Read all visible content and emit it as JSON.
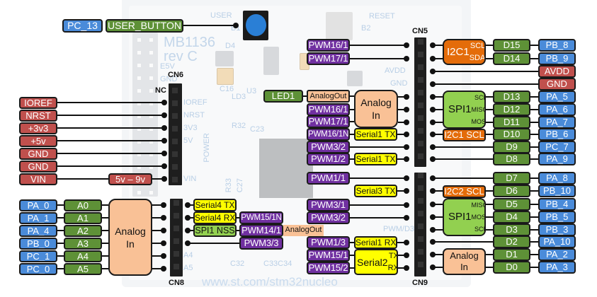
{
  "colors": {
    "port": "#4a8bd9",
    "arduino": "#5e9137",
    "power": "#c0504d",
    "pwm": "#7030a0",
    "serial": "#ffff00",
    "spi": "#92d050",
    "i2c": "#e46c0a",
    "analog": "#f9c196"
  },
  "board": {
    "model": "MB1136",
    "revision": "rev C",
    "url": "www.st.com/stm32nucleo",
    "silkscreen": {
      "user": "USER",
      "b1": "B1",
      "reset": "RESET",
      "b2": "B2",
      "e5v": "E5V",
      "gnd": "GND",
      "c16": "C16",
      "u3": "U3",
      "ld3": "LD3",
      "d4": "D4",
      "r32": "R32",
      "c23": "C23",
      "r33": "R33",
      "c27": "C27",
      "c32": "C32",
      "c33c34": "C33C34",
      "power": "POWER",
      "ioref": "IOREF",
      "nrst": "NRST",
      "v33": "3V3",
      "v5": "5V",
      "vin": "VIN",
      "avdd": "AVDD",
      "gnd2": "GND",
      "a4": "A4",
      "a5": "A5",
      "pwm_d3": "PWM/D3"
    }
  },
  "connectors": {
    "cn5": "CN5",
    "cn6": "CN6",
    "cn8": "CN8",
    "cn9": "CN9",
    "nc": "NC"
  },
  "user_button": {
    "port": "PC_13",
    "label": "USER_BUTTON"
  },
  "power_pins": [
    "IOREF",
    "NRST",
    "+3v3",
    "+5v",
    "GND",
    "GND",
    "VIN"
  ],
  "vin_range": "5v – 9v",
  "analog_left": {
    "ports": [
      "PA_0",
      "PA_1",
      "PA_4",
      "PB_0",
      "PC_1",
      "PC_0"
    ],
    "arduino": [
      "A0",
      "A1",
      "A2",
      "A3",
      "A4",
      "A5"
    ],
    "function": "Analog\nIn"
  },
  "cn8_alt": {
    "serial": [
      "Serial4 TX",
      "Serial4 RX"
    ],
    "spi": "SPI1 NSS",
    "pwm": [
      "PWM15/1N",
      "PWM14/1",
      "PWM3/3"
    ],
    "analog_out": "AnalogOut"
  },
  "cn5_left": {
    "pwm_top": [
      "PWM16/1",
      "PWM17/1"
    ],
    "led": "LED1",
    "analog_out": "AnalogOut",
    "pwm": [
      "PWM16/1",
      "PWM17/1",
      "PWM16/1N",
      "PWM3/2",
      "PWM1/2"
    ],
    "analog_in": "Analog\nIn",
    "serial": [
      "Serial1 TX",
      "Serial1 TX"
    ]
  },
  "cn9_left": {
    "pwm": [
      "PWM1/1",
      "PWM3/1",
      "PWM3/2",
      "PWM1/3",
      "PWM15/1",
      "PWM15/2"
    ],
    "serial": [
      "Serial3 TX",
      "Serial1 RX"
    ],
    "serial2": {
      "name": "Serial2",
      "tx": "TX",
      "rx": "RX"
    }
  },
  "cn5_right": {
    "i2c1": {
      "name": "I2C1",
      "scl": "SCL",
      "sda": "SDA"
    },
    "spi1": {
      "name": "SPI1",
      "sck": "SCK",
      "miso": "MISO",
      "mosi": "MOSI"
    },
    "i2c1_scl": "I2C1 SCL",
    "arduino": [
      "D15",
      "D14",
      "D13",
      "D12",
      "D11",
      "D10",
      "D9",
      "D8"
    ],
    "ports": [
      "PB_8",
      "PB_9",
      "PA_5",
      "PA_6",
      "PA_7",
      "PB_6",
      "PC_7",
      "PA_9"
    ],
    "power": [
      "AVDD",
      "GND"
    ]
  },
  "cn9_right": {
    "i2c2_scl": "I2C2 SCL",
    "spi1": {
      "name": "SPI1",
      "miso": "MISO",
      "mosi": "MOSI",
      "sck": "SCK"
    },
    "analog_in": "Analog\nIn",
    "arduino": [
      "D7",
      "D6",
      "D5",
      "D4",
      "D3",
      "D2",
      "D1",
      "D0"
    ],
    "ports": [
      "PA_8",
      "PB_10",
      "PB_4",
      "PB_5",
      "PB_3",
      "PA_10",
      "PA_2",
      "PA_3"
    ]
  }
}
